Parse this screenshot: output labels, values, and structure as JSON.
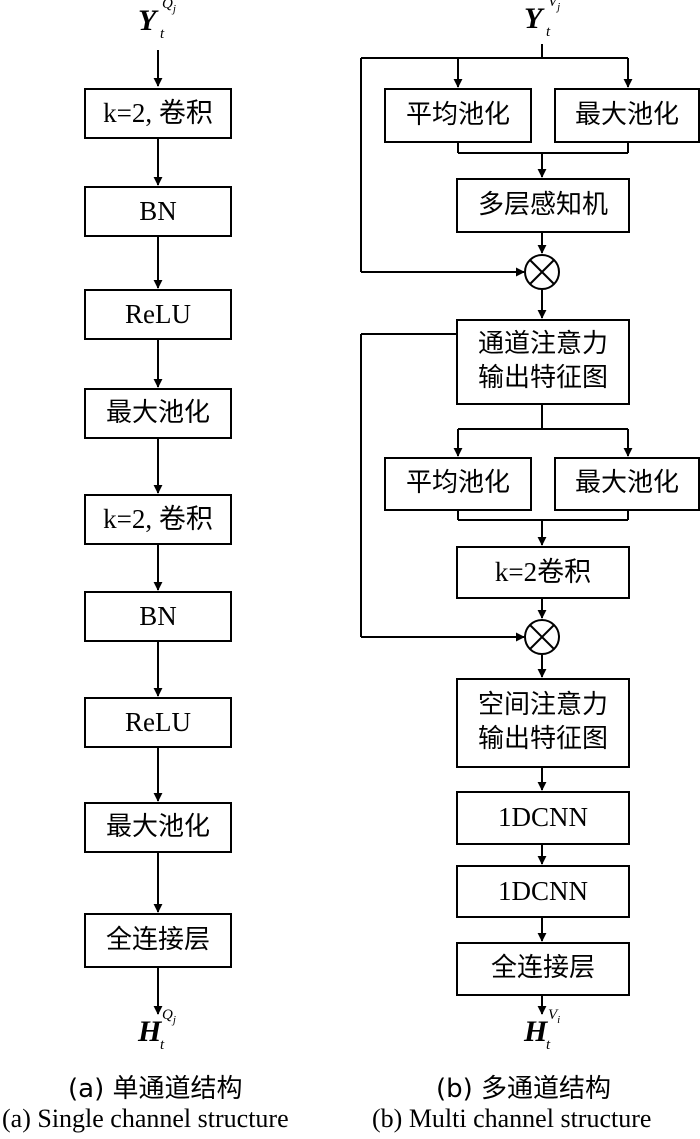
{
  "left": {
    "input": {
      "base": "Y",
      "sup": "Q",
      "sup_sub": "j",
      "sub": "t"
    },
    "boxes": [
      "k=2, 卷积",
      "BN",
      "ReLU",
      "最大池化",
      "k=2, 卷积",
      "BN",
      "ReLU",
      "最大池化",
      "全连接层"
    ],
    "output": {
      "base": "H",
      "sup": "Q",
      "sup_sub": "j",
      "sub": "t"
    },
    "caption_cn": "(a) 单通道结构",
    "caption_en": "(a) Single channel structure"
  },
  "right": {
    "input": {
      "base": "Y",
      "sup": "V",
      "sup_sub": "j",
      "sub": "t"
    },
    "avg_pool_1": "平均池化",
    "max_pool_1": "最大池化",
    "mlp": "多层感知机",
    "channel_attention_line1": "通道注意力",
    "channel_attention_line2": "输出特征图",
    "avg_pool_2": "平均池化",
    "max_pool_2": "最大池化",
    "conv": "k=2卷积",
    "spatial_attention_line1": "空间注意力",
    "spatial_attention_line2": "输出特征图",
    "cnn1": "1DCNN",
    "cnn2": "1DCNN",
    "fc": "全连接层",
    "output": {
      "base": "H",
      "sup": "V",
      "sup_sub": "i",
      "sub": "t"
    },
    "caption_cn": "(b) 多通道结构",
    "caption_en": "(b) Multi channel structure"
  }
}
